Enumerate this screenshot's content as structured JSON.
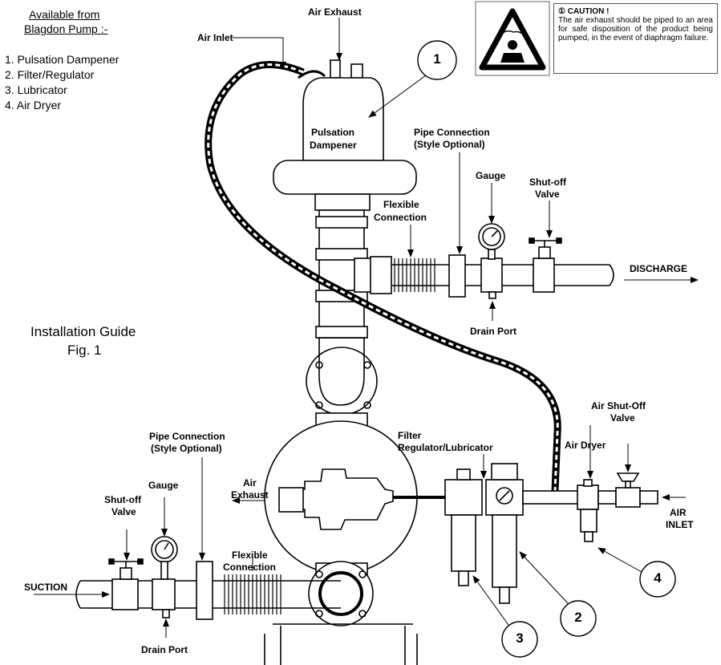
{
  "availability": {
    "heading_line1": "Available from",
    "heading_line2": "Blagdon Pump :-",
    "items": [
      "1. Pulsation Dampener",
      "2. Filter/Regulator",
      "3. Lubricator",
      "4. Air Dryer"
    ]
  },
  "caption": {
    "line1": "Installation Guide",
    "line2": "Fig.  1"
  },
  "caution": {
    "title": "① CAUTION !",
    "body": "The air exhaust should be piped to an area for safe disposition of the product being pumped, in the event of diaphragm failure."
  },
  "labels": {
    "air_exhaust_top": "Air Exhaust",
    "air_inlet_top": "Air Inlet",
    "pulsation_line1": "Pulsation",
    "pulsation_line2": "Dampener",
    "pipe_conn_top_line1": "Pipe Connection",
    "pipe_conn_top_line2": "(Style Optional)",
    "gauge_top": "Gauge",
    "shutoff_top_line1": "Shut-off",
    "shutoff_top_line2": "Valve",
    "flex_top_line1": "Flexible",
    "flex_top_line2": "Connection",
    "discharge": "DISCHARGE",
    "drain_top": "Drain Port",
    "filter_line1": "Filter",
    "filter_line2": "Regulator/Lubricator",
    "air_shutoff_line1": "Air Shut-Off",
    "air_shutoff_line2": "Valve",
    "air_dryer": "Air Dryer",
    "air_inlet_right_line1": "AIR",
    "air_inlet_right_line2": "INLET",
    "pipe_conn_bottom_line1": "Pipe Connection",
    "pipe_conn_bottom_line2": "(Style Optional)",
    "air_exhaust_mid_line1": "Air",
    "air_exhaust_mid_line2": "Exhaust",
    "gauge_bottom": "Gauge",
    "shutoff_bottom_line1": "Shut-off",
    "shutoff_bottom_line2": "Valve",
    "flex_bottom_line1": "Flexible",
    "flex_bottom_line2": "Connection",
    "suction": "SUCTION",
    "drain_bottom": "Drain Port"
  },
  "callouts": {
    "c1": "1",
    "c2": "2",
    "c3": "3",
    "c4": "4"
  }
}
